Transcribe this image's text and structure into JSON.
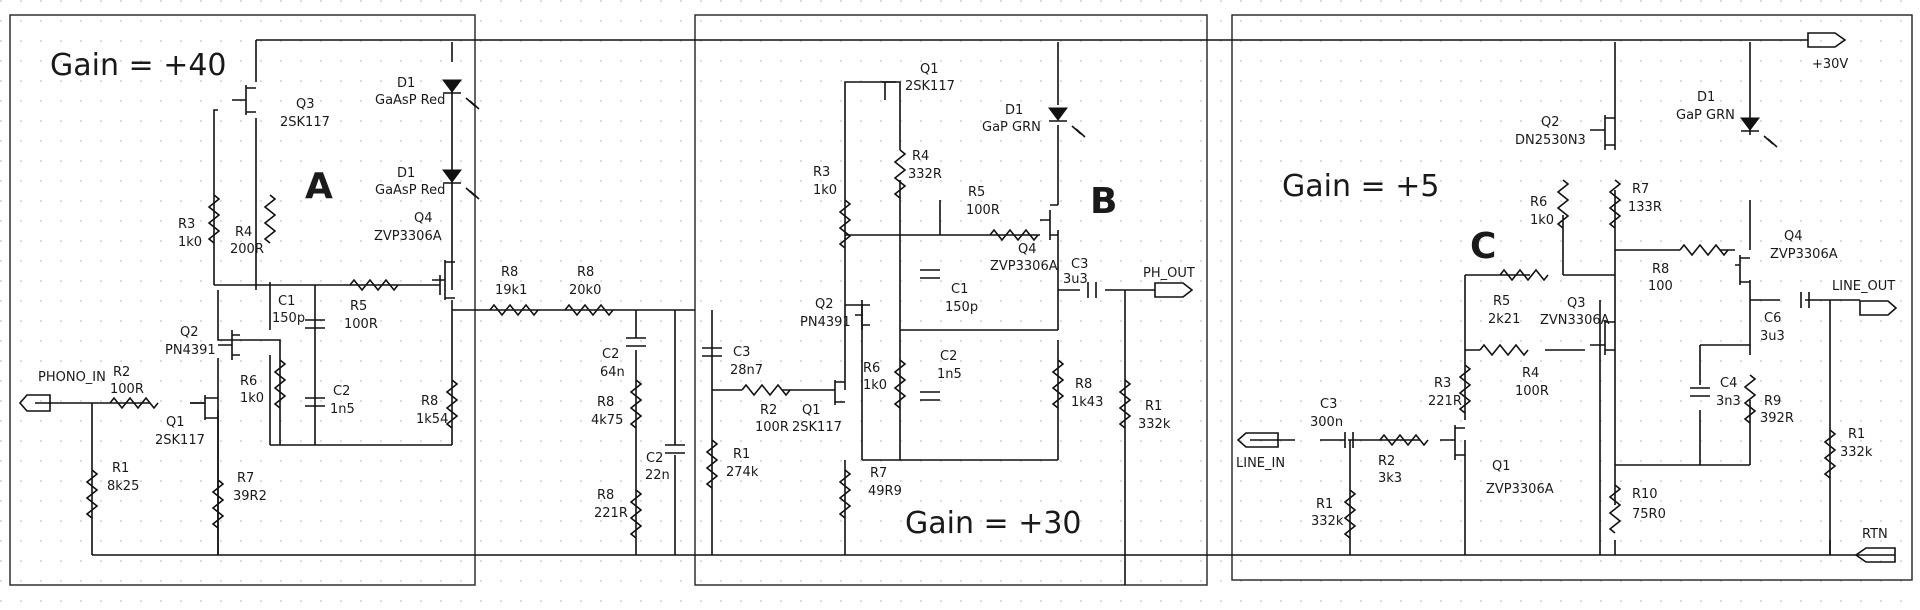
{
  "sections": {
    "a": {
      "letter": "A",
      "gain": "Gain = +40"
    },
    "b": {
      "letter": "B",
      "gain": "Gain = +30"
    },
    "c": {
      "letter": "C",
      "gain": "Gain = +5"
    }
  },
  "ports": {
    "phono_in": "PHONO_IN",
    "ph_out": "PH_OUT",
    "line_in": "LINE_IN",
    "line_out": "LINE_OUT",
    "supply": "+30V",
    "rtn": "RTN"
  },
  "parts_a": {
    "q3": {
      "ref": "Q3",
      "value": "2SK117"
    },
    "d1a": {
      "ref": "D1",
      "value": "GaAsP Red"
    },
    "d1b": {
      "ref": "D1",
      "value": "GaAsP Red"
    },
    "r3": {
      "ref": "R3",
      "value": "1k0"
    },
    "r4": {
      "ref": "R4",
      "value": "200R"
    },
    "q4": {
      "ref": "Q4",
      "value": "ZVP3306A"
    },
    "c1": {
      "ref": "C1",
      "value": "150p"
    },
    "r5": {
      "ref": "R5",
      "value": "100R"
    },
    "q2": {
      "ref": "Q2",
      "value": "PN4391"
    },
    "r6": {
      "ref": "R6",
      "value": "1k0"
    },
    "c2": {
      "ref": "C2",
      "value": "1n5"
    },
    "r8": {
      "ref": "R8",
      "value": "1k54"
    },
    "r2": {
      "ref": "R2",
      "value": "100R"
    },
    "q1": {
      "ref": "Q1",
      "value": "2SK117"
    },
    "r1": {
      "ref": "R1",
      "value": "8k25"
    },
    "r7": {
      "ref": "R7",
      "value": "39R2"
    }
  },
  "parts_riaa": {
    "r8a": {
      "ref": "R8",
      "value": "19k1"
    },
    "r8b": {
      "ref": "R8",
      "value": "20k0"
    },
    "c2a": {
      "ref": "C2",
      "value": "64n"
    },
    "r8c": {
      "ref": "R8",
      "value": "4k75"
    },
    "c2b": {
      "ref": "C2",
      "value": "22n"
    },
    "r8d": {
      "ref": "R8",
      "value": "221R"
    }
  },
  "parts_b": {
    "c3": {
      "ref": "C3",
      "value": "28n7"
    },
    "r1": {
      "ref": "R1",
      "value": "274k"
    },
    "q1t": {
      "ref": "Q1",
      "value": "2SK117"
    },
    "r3": {
      "ref": "R3",
      "value": "1k0"
    },
    "r4": {
      "ref": "R4",
      "value": "332R"
    },
    "d1": {
      "ref": "D1",
      "value": "GaP GRN"
    },
    "r5": {
      "ref": "R5",
      "value": "100R"
    },
    "q4": {
      "ref": "Q4",
      "value": "ZVP3306A"
    },
    "c1": {
      "ref": "C1",
      "value": "150p"
    },
    "q2": {
      "ref": "Q2",
      "value": "PN4391"
    },
    "c2": {
      "ref": "C2",
      "value": "1n5"
    },
    "r6": {
      "ref": "R6",
      "value": "1k0"
    },
    "r2": {
      "ref": "R2",
      "value": "100R"
    },
    "q1b": {
      "ref": "Q1",
      "value": "2SK117"
    },
    "r7": {
      "ref": "R7",
      "value": "49R9"
    },
    "r8": {
      "ref": "R8",
      "value": "1k43"
    },
    "c3o": {
      "ref": "C3",
      "value": "3u3"
    },
    "r1o": {
      "ref": "R1",
      "value": "332k"
    }
  },
  "parts_c": {
    "q2": {
      "ref": "Q2",
      "value": "DN2530N3"
    },
    "d1": {
      "ref": "D1",
      "value": "GaP GRN"
    },
    "r6": {
      "ref": "R6",
      "value": "1k0"
    },
    "r7": {
      "ref": "R7",
      "value": "133R"
    },
    "r5": {
      "ref": "R5",
      "value": "2k21"
    },
    "q3": {
      "ref": "Q3",
      "value": "ZVN3306A"
    },
    "r8": {
      "ref": "R8",
      "value": "100"
    },
    "q4": {
      "ref": "Q4",
      "value": "ZVP3306A"
    },
    "r4": {
      "ref": "R4",
      "value": "100R"
    },
    "r3": {
      "ref": "R3",
      "value": "221R"
    },
    "c3": {
      "ref": "C3",
      "value": "300n"
    },
    "r2": {
      "ref": "R2",
      "value": "3k3"
    },
    "q1": {
      "ref": "Q1",
      "value": "ZVP3306A"
    },
    "r1": {
      "ref": "R1",
      "value": "332k"
    },
    "c4": {
      "ref": "C4",
      "value": "3n3"
    },
    "r9": {
      "ref": "R9",
      "value": "392R"
    },
    "r10": {
      "ref": "R10",
      "value": "75R0"
    },
    "c6": {
      "ref": "C6",
      "value": "3u3"
    },
    "r1o": {
      "ref": "R1",
      "value": "332k"
    }
  }
}
